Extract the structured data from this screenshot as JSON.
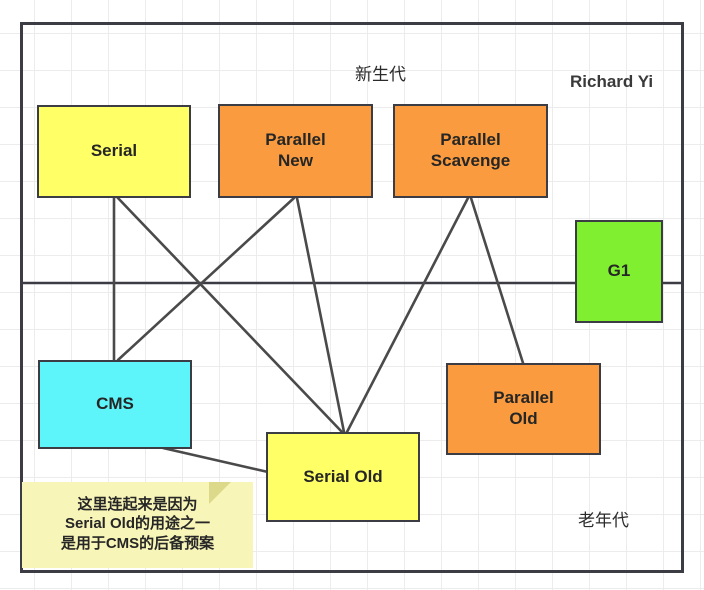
{
  "diagram": {
    "title_watermark": "Richard  Yi",
    "region_labels": {
      "young": "新生代",
      "old": "老年代"
    },
    "nodes": [
      {
        "id": "serial",
        "label": "Serial",
        "color": "#ffff66"
      },
      {
        "id": "parallel-new",
        "label": "Parallel\nNew",
        "color": "#f99b3e"
      },
      {
        "id": "parallel-scavenge",
        "label": "Parallel\nScavenge",
        "color": "#f99b3e"
      },
      {
        "id": "g1",
        "label": "G1",
        "color": "#80ef30"
      },
      {
        "id": "cms",
        "label": "CMS",
        "color": "#5ef5fa"
      },
      {
        "id": "serial-old",
        "label": "Serial Old",
        "color": "#ffff66"
      },
      {
        "id": "parallel-old",
        "label": "Parallel\nOld",
        "color": "#f99b3e"
      }
    ],
    "connections": [
      {
        "from": "serial",
        "to": "cms"
      },
      {
        "from": "serial",
        "to": "serial-old"
      },
      {
        "from": "parallel-new",
        "to": "cms"
      },
      {
        "from": "parallel-new",
        "to": "serial-old"
      },
      {
        "from": "parallel-scavenge",
        "to": "serial-old"
      },
      {
        "from": "parallel-scavenge",
        "to": "parallel-old"
      },
      {
        "from": "cms",
        "to": "serial-old"
      }
    ],
    "note": {
      "text": "这里连起来是因为\nSerial Old的用途之一\n是用于CMS的后备预案"
    },
    "colors": {
      "border": "#3c3c44",
      "connector": "#4a4a4a",
      "note_bg": "#f8f5b8",
      "note_fold": "#ddd98a",
      "grid": "#ececec"
    }
  }
}
